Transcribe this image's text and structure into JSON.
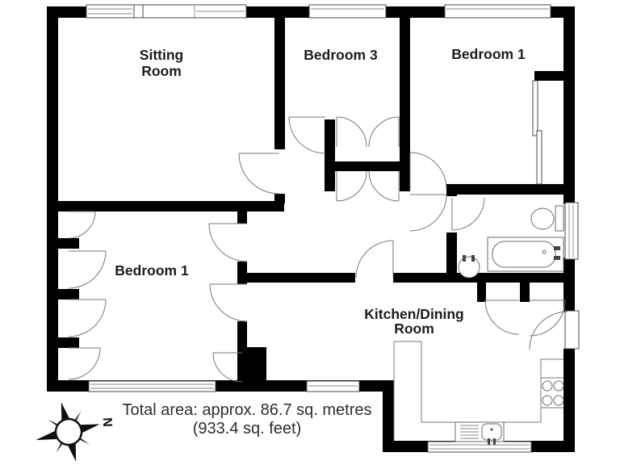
{
  "floorplan": {
    "rooms": {
      "sitting_room": {
        "line1": "Sitting",
        "line2": "Room"
      },
      "bedroom_3": {
        "label": "Bedroom 3"
      },
      "bedroom_1_top": {
        "label": "Bedroom 1"
      },
      "bedroom_1_left": {
        "label": "Bedroom 1"
      },
      "kitchen_dining": {
        "line1": "Kitchen/Dining",
        "line2": "Room"
      }
    },
    "summary": {
      "total_area_metric": "Total area: approx. 86.7 sq. metres",
      "total_area_imperial": "(933.4 sq. feet)"
    },
    "compass": {
      "north_label": "N"
    },
    "colors": {
      "wall": "#000000",
      "background": "#ffffff",
      "fixture_line": "#666666",
      "text": "#1c1c1c"
    }
  }
}
